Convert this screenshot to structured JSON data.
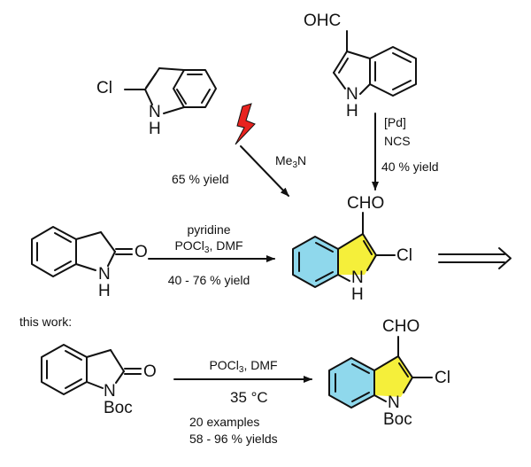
{
  "colors": {
    "benzo_ring_fill": "#8fd8ec",
    "pyrrole_ring_fill": "#f5ef3a",
    "lightning": "#e8231f",
    "lines": "#111111"
  },
  "top_left_molecule": {
    "cl": "Cl",
    "nh_n": "N",
    "nh_h": "H"
  },
  "top_right_molecule": {
    "ohc": "OHC",
    "nh_n": "N",
    "nh_h": "H"
  },
  "top_left_conditions": {
    "reagent": "Me",
    "reagent_sub": "3",
    "reagent_end": "N",
    "yield": "65 % yield"
  },
  "top_right_conditions": {
    "catalyst": "[Pd]",
    "reagent": "NCS",
    "yield": "40 % yield"
  },
  "oxindole_1": {
    "o": "O",
    "nh_n": "N",
    "nh_h": "H"
  },
  "middle_conditions": {
    "base": "pyridine",
    "reagent_a": "POCl",
    "reagent_sub": "3",
    "reagent_b": ", DMF",
    "yield": "40 - 76 % yield"
  },
  "product_1": {
    "cho": "CHO",
    "cl": "Cl",
    "nh_n": "N",
    "nh_h": "H"
  },
  "section_label": "this work:",
  "oxindole_2": {
    "o": "O",
    "n": "N",
    "boc": "Boc"
  },
  "bottom_conditions": {
    "reagent_a": "POCl",
    "reagent_sub": "3",
    "reagent_b": ", DMF",
    "temperature": "35 °C",
    "examples": "20 examples",
    "yields": "58 - 96 % yields"
  },
  "product_2": {
    "cho": "CHO",
    "cl": "Cl",
    "n": "N",
    "boc": "Boc"
  }
}
